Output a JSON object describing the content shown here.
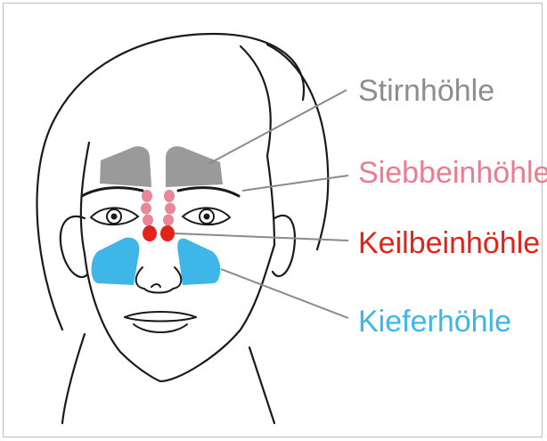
{
  "labels": {
    "frontal_sinus": {
      "text": "Stirnhöhle",
      "color": "#8d8d8d"
    },
    "ethmoid_sinus": {
      "text": "Siebbeinhöhle",
      "color": "#ec7a91"
    },
    "sphenoid_sinus": {
      "text": "Keilbeinhöhle",
      "color": "#e2231a"
    },
    "maxillary_sinus": {
      "text": "Kieferhöhle",
      "color": "#3fb6e8"
    }
  },
  "colors": {
    "outline": "#1a1a1a",
    "frontal_fill": "#9a9a9a",
    "ethmoid_fill": "#e8869a",
    "sphenoid_fill": "#e2231a",
    "maxillary_fill": "#3fb6e8",
    "leader_line": "#8a8a8a"
  }
}
